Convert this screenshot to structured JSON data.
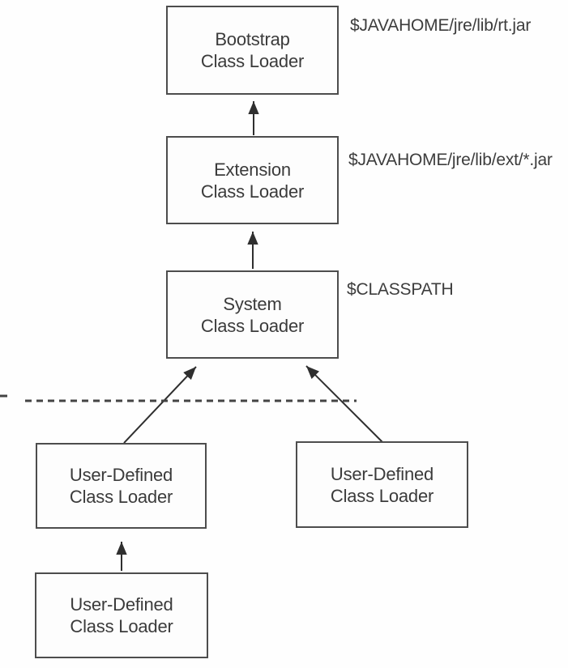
{
  "diagram": {
    "boxes": [
      {
        "id": "bootstrap-class-loader",
        "line1": "Bootstrap",
        "line2": "Class Loader"
      },
      {
        "id": "extension-class-loader",
        "line1": "Extension",
        "line2": "Class Loader"
      },
      {
        "id": "system-class-loader",
        "line1": "System",
        "line2": "Class Loader"
      },
      {
        "id": "user-defined-class-loader-left",
        "line1": "User-Defined",
        "line2": "Class Loader"
      },
      {
        "id": "user-defined-class-loader-right",
        "line1": "User-Defined",
        "line2": "Class Loader"
      },
      {
        "id": "user-defined-class-loader-bottom",
        "line1": "User-Defined",
        "line2": "Class Loader"
      }
    ],
    "annotations": [
      {
        "for": "bootstrap-class-loader",
        "text": "$JAVAHOME/jre/lib/rt.jar"
      },
      {
        "for": "extension-class-loader",
        "text": "$JAVAHOME/jre/lib/ext/*.jar"
      },
      {
        "for": "system-class-loader",
        "text": "$CLASSPATH"
      }
    ],
    "colors": {
      "box_border": "#4d4d4d",
      "box_fill": "#fdfdfd",
      "text": "#3b3b3b",
      "arrow": "#2f2f2f",
      "background": "#fefefe"
    }
  }
}
